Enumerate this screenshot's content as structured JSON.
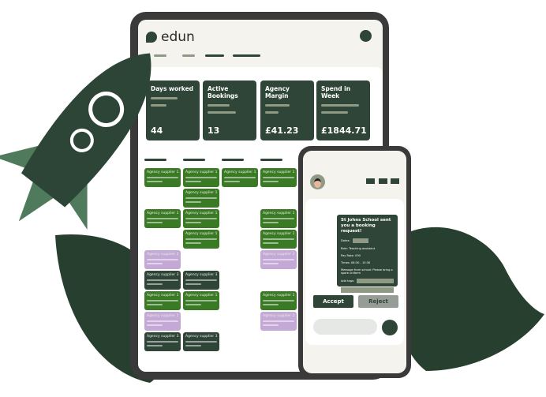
{
  "app": {
    "logo_text": "edun"
  },
  "stats": [
    {
      "label": "Days worked",
      "value": "44"
    },
    {
      "label": "Active Bookings",
      "value": "13"
    },
    {
      "label": "Agency Margin",
      "value": "£41.23"
    },
    {
      "label": "Spend in Week",
      "value": "£1844.71"
    }
  ],
  "columns": [
    [
      [
        "green",
        "Agency supplier 1"
      ],
      null,
      [
        "green",
        "Agency supplier 1"
      ],
      null,
      [
        "purple",
        "Agency supplier 2"
      ],
      [
        "dark",
        "Agency supplier 3"
      ],
      [
        "green",
        "Agency supplier 1"
      ],
      [
        "purple",
        "Agency supplier 2"
      ],
      [
        "dark",
        "Agency supplier 3"
      ]
    ],
    [
      [
        "green",
        "Agency supplier 1"
      ],
      [
        "green",
        "Agency supplier 1"
      ],
      [
        "green",
        "Agency supplier 1"
      ],
      [
        "green",
        "Agency supplier 1"
      ],
      null,
      [
        "dark",
        "Agency supplier 3"
      ],
      [
        "green",
        "Agency supplier 1"
      ],
      null,
      [
        "dark",
        "Agency supplier 3"
      ]
    ],
    [
      [
        "green",
        "Agency supplier 1"
      ]
    ],
    [
      [
        "green",
        "Agency supplier 1"
      ],
      null,
      [
        "green",
        "Agency supplier 1"
      ],
      [
        "green",
        "Agency supplier 1"
      ],
      [
        "purple",
        "Agency supplier 2"
      ],
      null,
      [
        "green",
        "Agency supplier 1"
      ],
      [
        "purple",
        "Agency supplier 2"
      ]
    ]
  ],
  "phone": {
    "message": {
      "title": "St Johns School sent you a booking request!",
      "dates_label": "Dates:",
      "role": "Role: Teaching assistant",
      "pay": "Pay Rate: £90",
      "times": "Times: 08:30 - 15:30",
      "note": "Message from school: Please bring a spare uniform",
      "tags_label": "Add tags:"
    },
    "accept": "Accept",
    "reject": "Reject"
  },
  "colors": {
    "dark": "#2f4538",
    "green": "#3a7a25",
    "purple": "#c4a8d6",
    "leaf": "#263f2f",
    "fin": "#4f7a5c"
  }
}
